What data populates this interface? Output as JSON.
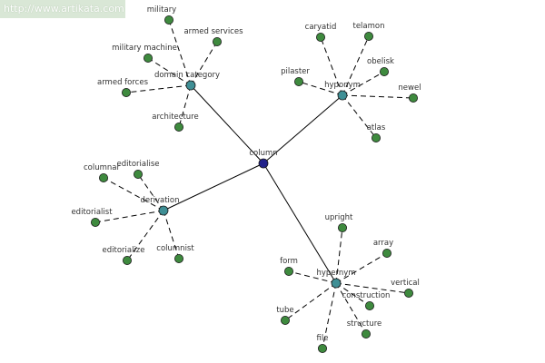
{
  "banner": {
    "url": "http://www.artikata.com"
  },
  "colors": {
    "center": "#22228a",
    "category": "#3f8f95",
    "leaf": "#3e8a3e",
    "banner": "#d9e7d6"
  },
  "graph": {
    "center": {
      "id": "column",
      "label": "column"
    },
    "categories": [
      {
        "id": "domain",
        "label": "domain category"
      },
      {
        "id": "hyponym",
        "label": "hyponym"
      },
      {
        "id": "derivation",
        "label": "derivation"
      },
      {
        "id": "hypernym",
        "label": "hypernym"
      }
    ],
    "leaves": [
      {
        "category": "domain",
        "label": "military"
      },
      {
        "category": "domain",
        "label": "armed services"
      },
      {
        "category": "domain",
        "label": "military machine"
      },
      {
        "category": "domain",
        "label": "armed forces"
      },
      {
        "category": "domain",
        "label": "architecture"
      },
      {
        "category": "hyponym",
        "label": "caryatid"
      },
      {
        "category": "hyponym",
        "label": "telamon"
      },
      {
        "category": "hyponym",
        "label": "obelisk"
      },
      {
        "category": "hyponym",
        "label": "pilaster"
      },
      {
        "category": "hyponym",
        "label": "newel"
      },
      {
        "category": "hyponym",
        "label": "atlas"
      },
      {
        "category": "derivation",
        "label": "columnar"
      },
      {
        "category": "derivation",
        "label": "editorialise"
      },
      {
        "category": "derivation",
        "label": "editorialist"
      },
      {
        "category": "derivation",
        "label": "editorialize"
      },
      {
        "category": "derivation",
        "label": "columnist"
      },
      {
        "category": "hypernym",
        "label": "upright"
      },
      {
        "category": "hypernym",
        "label": "array"
      },
      {
        "category": "hypernym",
        "label": "form"
      },
      {
        "category": "hypernym",
        "label": "vertical"
      },
      {
        "category": "hypernym",
        "label": "construction"
      },
      {
        "category": "hypernym",
        "label": "tube"
      },
      {
        "category": "hypernym",
        "label": "file"
      },
      {
        "category": "hypernym",
        "label": "structure"
      }
    ]
  }
}
